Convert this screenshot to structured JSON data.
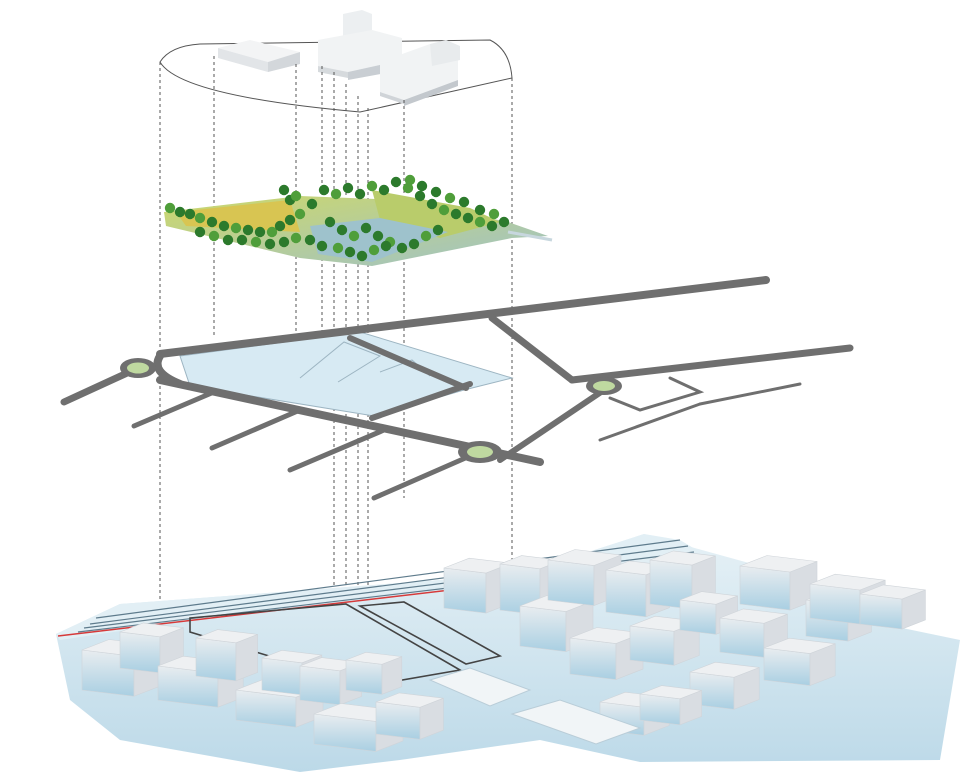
{
  "diagram": {
    "type": "exploded axonometric urban layer diagram",
    "layers": [
      {
        "id": "building-massing",
        "order": 1,
        "visible_label": ""
      },
      {
        "id": "landscape-park",
        "order": 2,
        "visible_label": ""
      },
      {
        "id": "road-network",
        "order": 3,
        "visible_label": ""
      },
      {
        "id": "existing-city-context",
        "order": 4,
        "visible_label": ""
      }
    ],
    "colors": {
      "building": "#eef0f2",
      "building_shade": "#d9dde2",
      "building_outline": "#cfd4d9",
      "tree": "#2c7a2c",
      "tree_highlight": "#4f9e3a",
      "lawn": "#b9cc6b",
      "meadow": "#d8c552",
      "road": "#6f6f6f",
      "roundabout": "#bfd9a0",
      "water_plaza": "#d7eaf3",
      "context_ground": "#cfe4ee",
      "context_shadow": "#8ec3dc",
      "rail": "#5e7b8c",
      "rail_red": "#d63a3a",
      "guide_line": "#555555"
    }
  }
}
